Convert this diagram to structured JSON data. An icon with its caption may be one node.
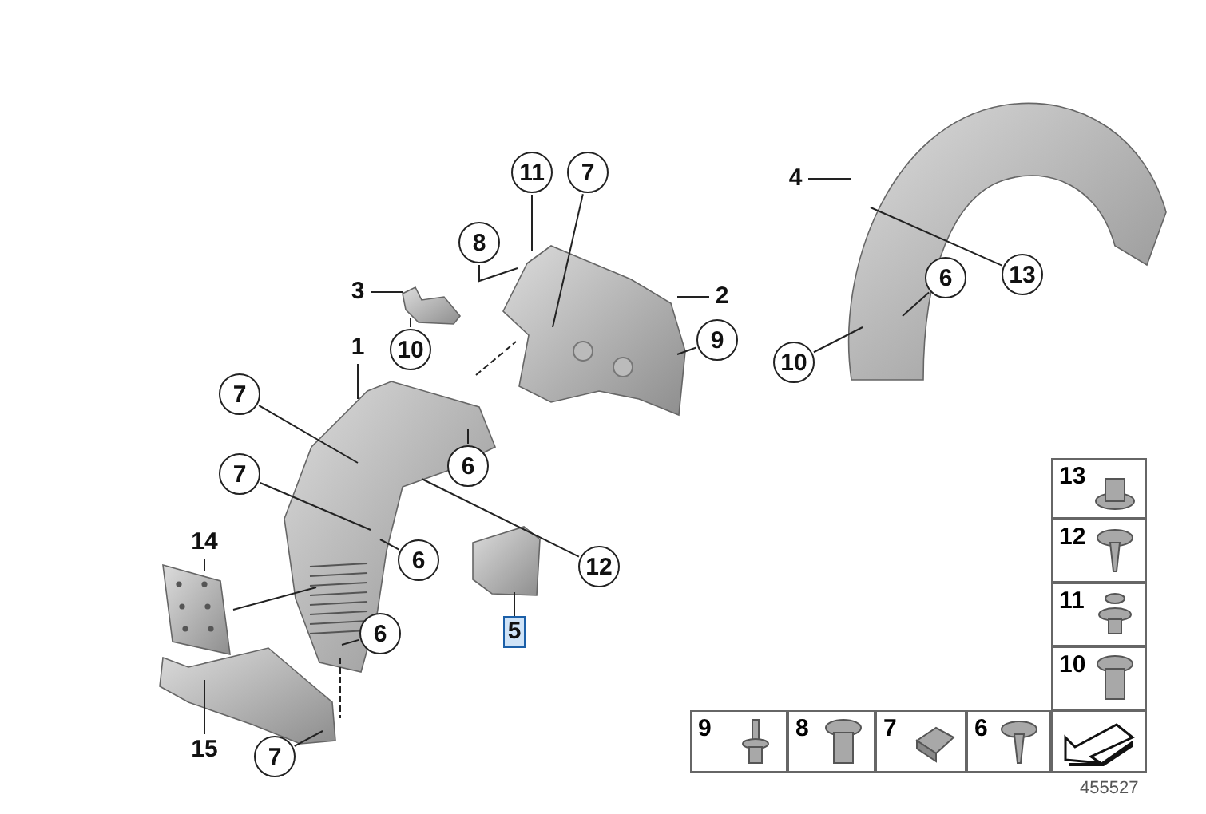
{
  "diagram": {
    "nodes": [
      {
        "text": [],
        "shape": "picture"
      },
      {
        "text": [],
        "shape": "picture"
      },
      {
        "text": [],
        "shape": "picture"
      },
      {
        "text": [],
        "shape": "picture"
      },
      {
        "text": [],
        "shape": "picture"
      },
      {
        "text": [],
        "shape": "picture"
      },
      {
        "text": [],
        "shape": "picture"
      },
      {
        "text": [
          "1"
        ]
      },
      {
        "text": [
          "2"
        ]
      },
      {
        "text": [
          "3"
        ]
      },
      {
        "text": [
          "4"
        ]
      },
      {
        "text": [
          "5"
        ]
      },
      {
        "text": [
          "6"
        ]
      },
      {
        "text": [
          "6"
        ]
      },
      {
        "text": [
          "6"
        ]
      },
      {
        "text": [
          "6"
        ]
      },
      {
        "text": [
          "7"
        ]
      },
      {
        "text": [
          "7"
        ]
      },
      {
        "text": [
          "7"
        ]
      },
      {
        "text": [
          "7"
        ]
      },
      {
        "text": [
          "8"
        ]
      },
      {
        "text": [
          "9"
        ]
      },
      {
        "text": [
          "10"
        ]
      },
      {
        "text": [
          "10"
        ]
      },
      {
        "text": [
          "11"
        ]
      },
      {
        "text": [
          "12"
        ]
      },
      {
        "text": [
          "13"
        ]
      },
      {
        "text": [
          "14"
        ]
      },
      {
        "text": [
          "15"
        ]
      }
    ],
    "edges": [
      {
        "from": 7,
        "to": 0,
        "arrow": "none"
      },
      {
        "from": 8,
        "to": 1,
        "arrow": "none"
      },
      {
        "from": 9,
        "to": 2,
        "arrow": "none"
      },
      {
        "from": 10,
        "to": 3,
        "arrow": "none"
      },
      {
        "from": 11,
        "to": 4,
        "arrow": "none"
      },
      {
        "from": 12,
        "to": 0,
        "arrow": "none"
      },
      {
        "from": 13,
        "to": 0,
        "arrow": "none"
      },
      {
        "from": 14,
        "to": 0,
        "arrow": "none"
      },
      {
        "from": 15,
        "to": 3,
        "arrow": "none"
      },
      {
        "from": 16,
        "to": 0,
        "arrow": "none"
      },
      {
        "from": 17,
        "to": 0,
        "arrow": "none"
      },
      {
        "from": 18,
        "to": 6,
        "arrow": "none"
      },
      {
        "from": 19,
        "to": 1,
        "arrow": "none"
      },
      {
        "from": 20,
        "to": 1,
        "arrow": "none"
      },
      {
        "from": 21,
        "to": 1,
        "arrow": "none"
      },
      {
        "from": 22,
        "to": 2,
        "arrow": "none"
      },
      {
        "from": 23,
        "to": 3,
        "arrow": "none"
      },
      {
        "from": 24,
        "to": 1,
        "arrow": "none"
      },
      {
        "from": 25,
        "to": 0,
        "arrow": "none"
      },
      {
        "from": 26,
        "to": 3,
        "arrow": "none"
      },
      {
        "from": 27,
        "to": 5,
        "arrow": "none"
      },
      {
        "from": 28,
        "to": 6,
        "arrow": "none"
      },
      {
        "from": 5,
        "to": 0,
        "arrow": "none"
      },
      {
        "from": 0,
        "to": 1,
        "arrow": "none",
        "style": "dashed"
      },
      {
        "from": 0,
        "to": 6,
        "arrow": "none",
        "style": "dashed"
      }
    ],
    "labels": [
      "13",
      "12",
      "11",
      "10",
      "9",
      "8",
      "7",
      "6",
      "455527"
    ]
  }
}
